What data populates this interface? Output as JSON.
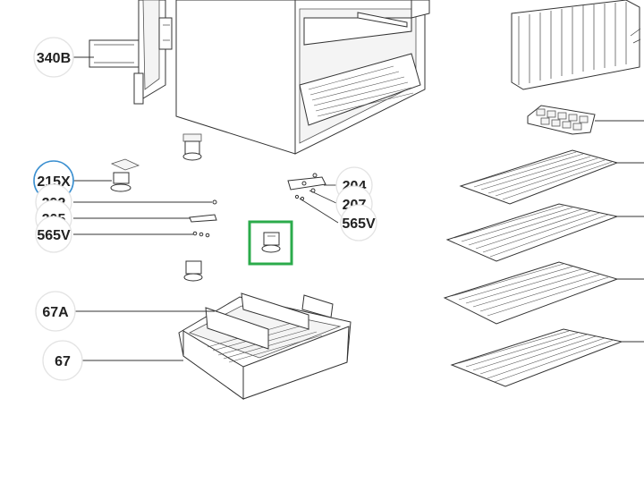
{
  "diagram": {
    "type": "exploded-parts-diagram",
    "callouts": [
      {
        "id": "340B",
        "label": "340B"
      },
      {
        "id": "215X",
        "label": "215X"
      },
      {
        "id": "292",
        "label": "292"
      },
      {
        "id": "205",
        "label": "205"
      },
      {
        "id": "565V-left",
        "label": "565V"
      },
      {
        "id": "204",
        "label": "204"
      },
      {
        "id": "207",
        "label": "207"
      },
      {
        "id": "565V-right",
        "label": "565V"
      },
      {
        "id": "67A",
        "label": "67A"
      },
      {
        "id": "67",
        "label": "67"
      }
    ],
    "highlight": {
      "color": "#2bab4b",
      "target": "adjustable-foot"
    },
    "selected_callout": {
      "color": "#3a8fd0",
      "target": "215X"
    }
  }
}
